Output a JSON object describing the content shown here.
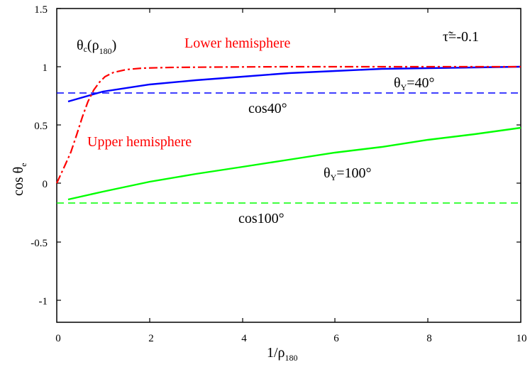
{
  "chart_data": {
    "type": "line",
    "title": "",
    "xlabel": "1/ρ180",
    "ylabel": "cos θe",
    "xlim": [
      0,
      10
    ],
    "ylim": [
      -1.2,
      1.5
    ],
    "grid": false,
    "x_ticks": [
      "0",
      "2",
      "4",
      "6",
      "8",
      "10"
    ],
    "y_ticks": [
      "1.5",
      "1",
      "0.5",
      "0",
      "-0.5",
      "-1"
    ],
    "series": [
      {
        "name": "θc(ρ180)",
        "color": "#ff0000",
        "style": "dash-dot",
        "x": [
          0,
          0.3,
          0.6,
          0.8,
          1.0,
          1.2,
          1.5,
          2.0,
          2.5,
          3,
          4,
          5,
          6,
          7,
          8,
          9,
          10
        ],
        "y": [
          0,
          0.23,
          0.5,
          0.7,
          0.84,
          0.93,
          0.97,
          0.99,
          0.995,
          1.0,
          1.0,
          1.0,
          1.0,
          1.0,
          1.0,
          1.0,
          1.0
        ]
      },
      {
        "name": "θY=40°",
        "color": "#0000ff",
        "style": "solid",
        "x": [
          0.25,
          1,
          2,
          3,
          4,
          5,
          6,
          7,
          8,
          9,
          10
        ],
        "y": [
          0.7,
          0.78,
          0.84,
          0.88,
          0.91,
          0.94,
          0.96,
          0.975,
          0.985,
          0.99,
          0.995
        ]
      },
      {
        "name": "cos40°",
        "color": "#0000ff",
        "style": "dashed",
        "x": [
          0,
          10
        ],
        "y": [
          0.766,
          0.766
        ]
      },
      {
        "name": "θY=100°",
        "color": "#00ff00",
        "style": "solid",
        "x": [
          0.25,
          1,
          2,
          3,
          4,
          5,
          6,
          7,
          8,
          9,
          10
        ],
        "y": [
          -0.14,
          -0.07,
          0.01,
          0.08,
          0.14,
          0.2,
          0.26,
          0.31,
          0.37,
          0.42,
          0.47
        ]
      },
      {
        "name": "cos100°",
        "color": "#00ff00",
        "style": "dashed",
        "x": [
          0,
          10
        ],
        "y": [
          -0.174,
          -0.174
        ]
      }
    ],
    "annotations": [
      {
        "text": "θc(ρ180)",
        "color": "#000000"
      },
      {
        "text": "Lower hemisphere",
        "color": "#ff0000"
      },
      {
        "text": "Upper hemisphere",
        "color": "#ff0000"
      },
      {
        "text": "τ̃=-0.1",
        "color": "#000000"
      },
      {
        "text": "θY=40°",
        "color": "#000000"
      },
      {
        "text": "cos40°",
        "color": "#000000"
      },
      {
        "text": "θY=100°",
        "color": "#000000"
      },
      {
        "text": "cos100°",
        "color": "#000000"
      }
    ]
  },
  "labels": {
    "x_axis": {
      "main": "1/ρ",
      "sub": "180"
    },
    "y_axis": {
      "main": "cos θ",
      "sub": "e"
    },
    "theta_c": {
      "main": "θ",
      "sub1": "c",
      "paren_open": "(ρ",
      "sub2": "180",
      "paren_close": ")"
    },
    "lower_hemisphere": "Lower hemisphere",
    "upper_hemisphere": "Upper hemisphere",
    "tau": "τ̃=-0.1",
    "theta_y40": {
      "main": "θ",
      "sub": "Y",
      "rest": "=40°"
    },
    "cos40": "cos40°",
    "theta_y100": {
      "main": "θ",
      "sub": "Y",
      "rest": "=100°"
    },
    "cos100": "cos100°"
  },
  "ticks": {
    "x": [
      "0",
      "2",
      "4",
      "6",
      "8",
      "10"
    ],
    "y": [
      "1.5",
      "1",
      "0.5",
      "0",
      "-0.5",
      "-1"
    ]
  }
}
